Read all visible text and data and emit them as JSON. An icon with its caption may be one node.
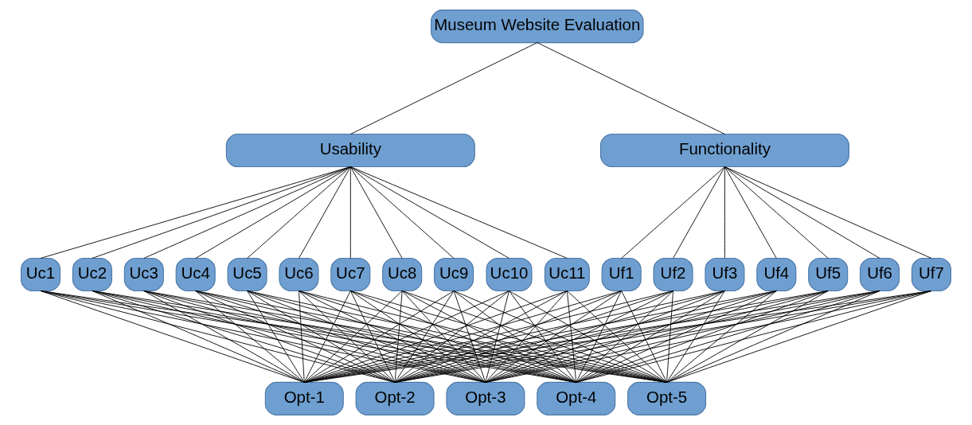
{
  "diagram": {
    "nodes": [
      {
        "text": [
          "Museum Website Evaluation"
        ]
      },
      {
        "text": [
          "Usability"
        ]
      },
      {
        "text": [
          "Functionality"
        ]
      },
      {
        "text": [
          "Uc1"
        ]
      },
      {
        "text": [
          "Uc2"
        ]
      },
      {
        "text": [
          "Uc3"
        ]
      },
      {
        "text": [
          "Uc4"
        ]
      },
      {
        "text": [
          "Uc5"
        ]
      },
      {
        "text": [
          "Uc6"
        ]
      },
      {
        "text": [
          "Uc7"
        ]
      },
      {
        "text": [
          "Uc8"
        ]
      },
      {
        "text": [
          "Uc9"
        ]
      },
      {
        "text": [
          "Uc10"
        ]
      },
      {
        "text": [
          "Uc11"
        ]
      },
      {
        "text": [
          "Uf1"
        ]
      },
      {
        "text": [
          "Uf2"
        ]
      },
      {
        "text": [
          "Uf3"
        ]
      },
      {
        "text": [
          "Uf4"
        ]
      },
      {
        "text": [
          "Uf5"
        ]
      },
      {
        "text": [
          "Uf6"
        ]
      },
      {
        "text": [
          "Uf7"
        ]
      },
      {
        "text": [
          "Opt-1"
        ]
      },
      {
        "text": [
          "Opt-2"
        ]
      },
      {
        "text": [
          "Opt-3"
        ]
      },
      {
        "text": [
          "Opt-4"
        ]
      },
      {
        "text": [
          "Opt-5"
        ]
      }
    ],
    "edges": [
      {
        "from": 0,
        "to": 1,
        "arrow": "none"
      },
      {
        "from": 0,
        "to": 2,
        "arrow": "none"
      },
      {
        "from": 1,
        "to": 3,
        "arrow": "none"
      },
      {
        "from": 1,
        "to": 4,
        "arrow": "none"
      },
      {
        "from": 1,
        "to": 5,
        "arrow": "none"
      },
      {
        "from": 1,
        "to": 6,
        "arrow": "none"
      },
      {
        "from": 1,
        "to": 7,
        "arrow": "none"
      },
      {
        "from": 1,
        "to": 8,
        "arrow": "none"
      },
      {
        "from": 1,
        "to": 9,
        "arrow": "none"
      },
      {
        "from": 1,
        "to": 10,
        "arrow": "none"
      },
      {
        "from": 1,
        "to": 11,
        "arrow": "none"
      },
      {
        "from": 1,
        "to": 12,
        "arrow": "none"
      },
      {
        "from": 1,
        "to": 13,
        "arrow": "none"
      },
      {
        "from": 2,
        "to": 14,
        "arrow": "none"
      },
      {
        "from": 2,
        "to": 15,
        "arrow": "none"
      },
      {
        "from": 2,
        "to": 16,
        "arrow": "none"
      },
      {
        "from": 2,
        "to": 17,
        "arrow": "none"
      },
      {
        "from": 2,
        "to": 18,
        "arrow": "none"
      },
      {
        "from": 2,
        "to": 19,
        "arrow": "none"
      },
      {
        "from": 2,
        "to": 20,
        "arrow": "none"
      },
      {
        "from": 3,
        "to": 21,
        "arrow": "none"
      },
      {
        "from": 3,
        "to": 22,
        "arrow": "none"
      },
      {
        "from": 3,
        "to": 23,
        "arrow": "none"
      },
      {
        "from": 3,
        "to": 24,
        "arrow": "none"
      },
      {
        "from": 3,
        "to": 25,
        "arrow": "none"
      },
      {
        "from": 4,
        "to": 21,
        "arrow": "none"
      },
      {
        "from": 4,
        "to": 22,
        "arrow": "none"
      },
      {
        "from": 4,
        "to": 23,
        "arrow": "none"
      },
      {
        "from": 4,
        "to": 24,
        "arrow": "none"
      },
      {
        "from": 4,
        "to": 25,
        "arrow": "none"
      },
      {
        "from": 5,
        "to": 21,
        "arrow": "none"
      },
      {
        "from": 5,
        "to": 22,
        "arrow": "none"
      },
      {
        "from": 5,
        "to": 23,
        "arrow": "none"
      },
      {
        "from": 5,
        "to": 24,
        "arrow": "none"
      },
      {
        "from": 5,
        "to": 25,
        "arrow": "none"
      },
      {
        "from": 6,
        "to": 21,
        "arrow": "none"
      },
      {
        "from": 6,
        "to": 22,
        "arrow": "none"
      },
      {
        "from": 6,
        "to": 23,
        "arrow": "none"
      },
      {
        "from": 6,
        "to": 24,
        "arrow": "none"
      },
      {
        "from": 6,
        "to": 25,
        "arrow": "none"
      },
      {
        "from": 7,
        "to": 21,
        "arrow": "none"
      },
      {
        "from": 7,
        "to": 22,
        "arrow": "none"
      },
      {
        "from": 7,
        "to": 23,
        "arrow": "none"
      },
      {
        "from": 7,
        "to": 24,
        "arrow": "none"
      },
      {
        "from": 7,
        "to": 25,
        "arrow": "none"
      },
      {
        "from": 8,
        "to": 21,
        "arrow": "none"
      },
      {
        "from": 8,
        "to": 22,
        "arrow": "none"
      },
      {
        "from": 8,
        "to": 23,
        "arrow": "none"
      },
      {
        "from": 8,
        "to": 24,
        "arrow": "none"
      },
      {
        "from": 8,
        "to": 25,
        "arrow": "none"
      },
      {
        "from": 9,
        "to": 21,
        "arrow": "none"
      },
      {
        "from": 9,
        "to": 22,
        "arrow": "none"
      },
      {
        "from": 9,
        "to": 23,
        "arrow": "none"
      },
      {
        "from": 9,
        "to": 24,
        "arrow": "none"
      },
      {
        "from": 9,
        "to": 25,
        "arrow": "none"
      },
      {
        "from": 10,
        "to": 21,
        "arrow": "none"
      },
      {
        "from": 10,
        "to": 22,
        "arrow": "none"
      },
      {
        "from": 10,
        "to": 23,
        "arrow": "none"
      },
      {
        "from": 10,
        "to": 24,
        "arrow": "none"
      },
      {
        "from": 10,
        "to": 25,
        "arrow": "none"
      },
      {
        "from": 11,
        "to": 21,
        "arrow": "none"
      },
      {
        "from": 11,
        "to": 22,
        "arrow": "none"
      },
      {
        "from": 11,
        "to": 23,
        "arrow": "none"
      },
      {
        "from": 11,
        "to": 24,
        "arrow": "none"
      },
      {
        "from": 11,
        "to": 25,
        "arrow": "none"
      },
      {
        "from": 12,
        "to": 21,
        "arrow": "none"
      },
      {
        "from": 12,
        "to": 22,
        "arrow": "none"
      },
      {
        "from": 12,
        "to": 23,
        "arrow": "none"
      },
      {
        "from": 12,
        "to": 24,
        "arrow": "none"
      },
      {
        "from": 12,
        "to": 25,
        "arrow": "none"
      },
      {
        "from": 13,
        "to": 21,
        "arrow": "none"
      },
      {
        "from": 13,
        "to": 22,
        "arrow": "none"
      },
      {
        "from": 13,
        "to": 23,
        "arrow": "none"
      },
      {
        "from": 13,
        "to": 24,
        "arrow": "none"
      },
      {
        "from": 13,
        "to": 25,
        "arrow": "none"
      },
      {
        "from": 14,
        "to": 21,
        "arrow": "none"
      },
      {
        "from": 14,
        "to": 22,
        "arrow": "none"
      },
      {
        "from": 14,
        "to": 23,
        "arrow": "none"
      },
      {
        "from": 14,
        "to": 24,
        "arrow": "none"
      },
      {
        "from": 14,
        "to": 25,
        "arrow": "none"
      },
      {
        "from": 15,
        "to": 21,
        "arrow": "none"
      },
      {
        "from": 15,
        "to": 22,
        "arrow": "none"
      },
      {
        "from": 15,
        "to": 23,
        "arrow": "none"
      },
      {
        "from": 15,
        "to": 24,
        "arrow": "none"
      },
      {
        "from": 15,
        "to": 25,
        "arrow": "none"
      },
      {
        "from": 16,
        "to": 21,
        "arrow": "none"
      },
      {
        "from": 16,
        "to": 22,
        "arrow": "none"
      },
      {
        "from": 16,
        "to": 23,
        "arrow": "none"
      },
      {
        "from": 16,
        "to": 24,
        "arrow": "none"
      },
      {
        "from": 16,
        "to": 25,
        "arrow": "none"
      },
      {
        "from": 17,
        "to": 21,
        "arrow": "none"
      },
      {
        "from": 17,
        "to": 22,
        "arrow": "none"
      },
      {
        "from": 17,
        "to": 23,
        "arrow": "none"
      },
      {
        "from": 17,
        "to": 24,
        "arrow": "none"
      },
      {
        "from": 17,
        "to": 25,
        "arrow": "none"
      },
      {
        "from": 18,
        "to": 21,
        "arrow": "none"
      },
      {
        "from": 18,
        "to": 22,
        "arrow": "none"
      },
      {
        "from": 18,
        "to": 23,
        "arrow": "none"
      },
      {
        "from": 18,
        "to": 24,
        "arrow": "none"
      },
      {
        "from": 18,
        "to": 25,
        "arrow": "none"
      },
      {
        "from": 19,
        "to": 21,
        "arrow": "none"
      },
      {
        "from": 19,
        "to": 22,
        "arrow": "none"
      },
      {
        "from": 19,
        "to": 23,
        "arrow": "none"
      },
      {
        "from": 19,
        "to": 24,
        "arrow": "none"
      },
      {
        "from": 19,
        "to": 25,
        "arrow": "none"
      },
      {
        "from": 20,
        "to": 21,
        "arrow": "none"
      },
      {
        "from": 20,
        "to": 22,
        "arrow": "none"
      },
      {
        "from": 20,
        "to": 23,
        "arrow": "none"
      },
      {
        "from": 20,
        "to": 24,
        "arrow": "none"
      },
      {
        "from": 20,
        "to": 25,
        "arrow": "none"
      }
    ]
  }
}
